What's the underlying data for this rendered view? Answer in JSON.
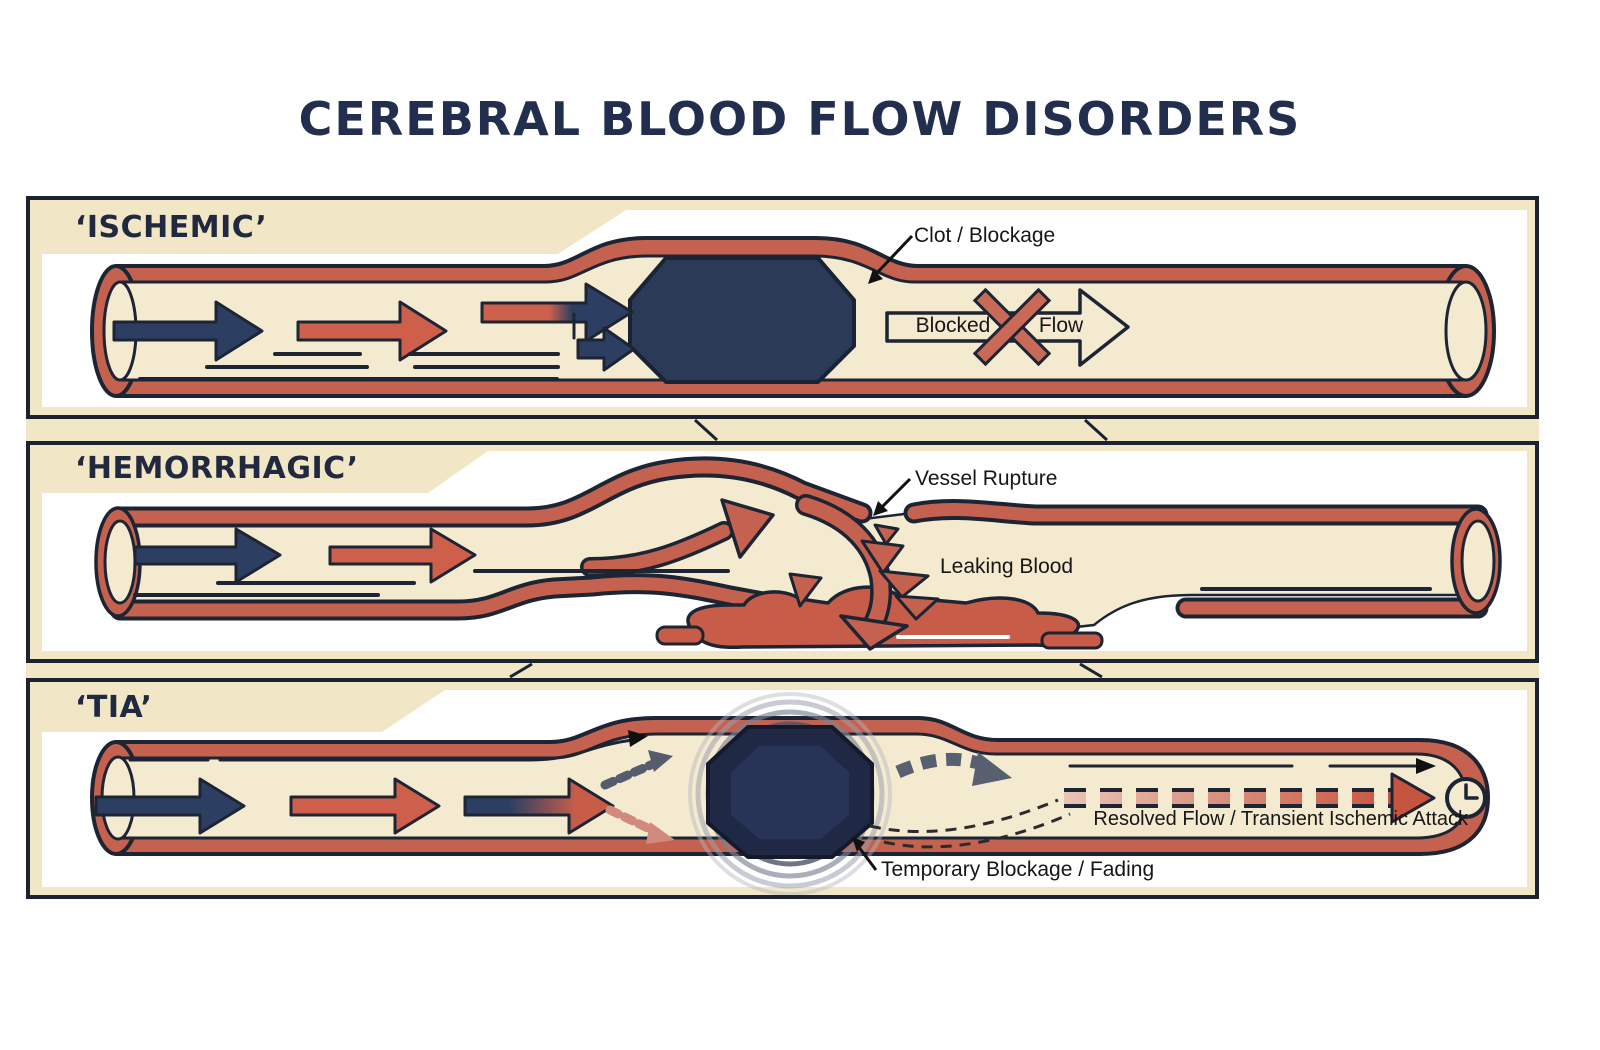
{
  "title": "CEREBRAL BLOOD FLOW DISORDERS",
  "panels": {
    "ischemic": {
      "label": "‘ISCHEMIC’",
      "clot_label": "Clot / Blockage",
      "blocked": "Blocked",
      "flow": "Flow"
    },
    "hemorrhagic": {
      "label": "‘HEMORRHAGIC’",
      "rupture_label": "Vessel Rupture",
      "leaking_label": "Leaking Blood"
    },
    "tia": {
      "label": "‘TIA’",
      "resolved_label": "Resolved Flow / Transient Ischemic Attack",
      "temporary_label": "Temporary Blockage / Fading"
    }
  },
  "colors": {
    "title_navy": "#222e4d",
    "outline_dark": "#1d2433",
    "vessel_wall_salmon": "#c4624f",
    "lumen_cream": "#f4ead0",
    "panel_cream": "#f1e7c7",
    "arrow_red": "#cd5f4b",
    "arrow_navy": "#2c3f63",
    "clot_navy": "#2b3a57",
    "blockage_navy": "#1f2946",
    "blood_red": "#c75d49",
    "ring_gray": "#7b8292",
    "white": "#ffffff"
  },
  "icons": {
    "clock": "clock-icon",
    "x_mark": "x-blocked-icon"
  }
}
